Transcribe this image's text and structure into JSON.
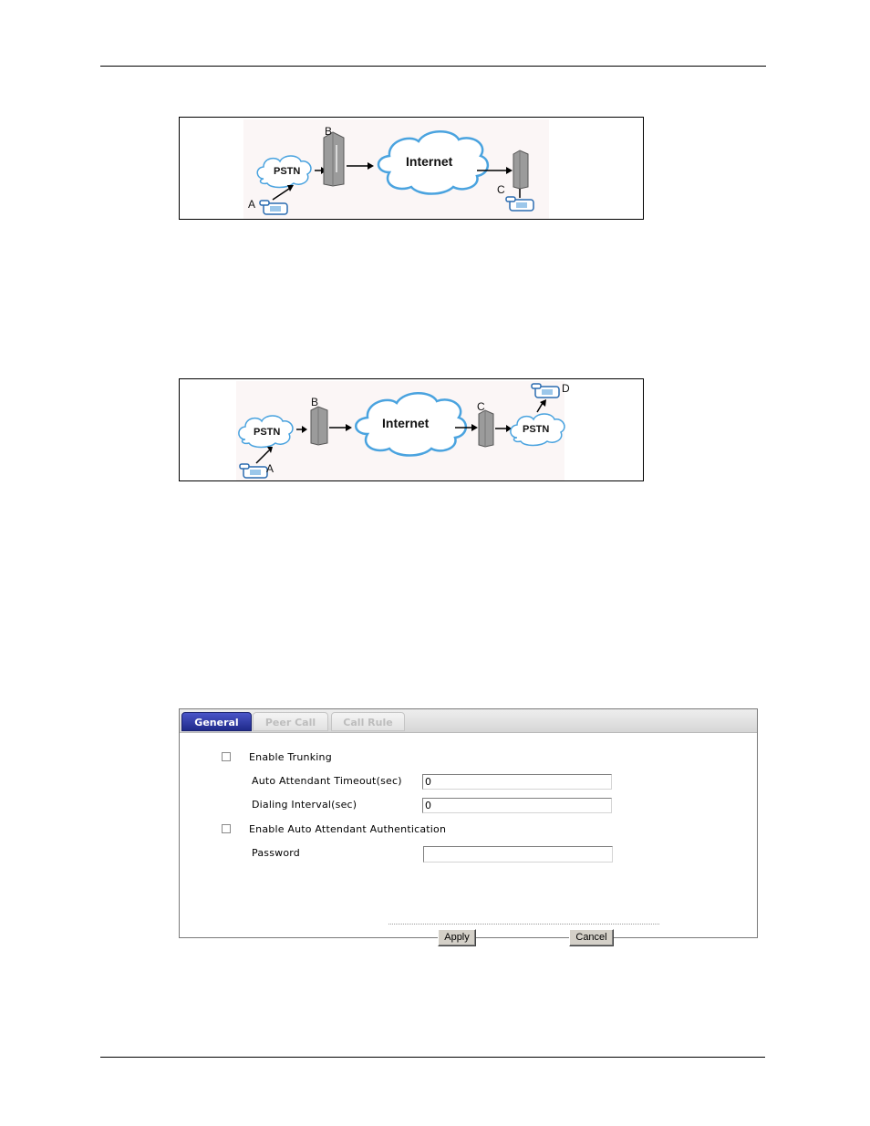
{
  "diagram1": {
    "label_a": "A",
    "label_b": "B",
    "label_c": "C",
    "pstn": "PSTN",
    "internet": "Internet"
  },
  "diagram2": {
    "label_a": "A",
    "label_b": "B",
    "label_c": "C",
    "label_d": "D",
    "pstn_left": "PSTN",
    "pstn_right": "PSTN",
    "internet": "Internet"
  },
  "screen": {
    "tabs": [
      {
        "label": "General",
        "active": true
      },
      {
        "label": "Peer Call",
        "active": false
      },
      {
        "label": "Call Rule",
        "active": false
      }
    ],
    "enable_trunking": {
      "label": "Enable Trunking",
      "checked": false
    },
    "auto_attendant_timeout": {
      "label": "Auto Attendant Timeout(sec)",
      "value": "0"
    },
    "dialing_interval": {
      "label": "Dialing Interval(sec)",
      "value": "0"
    },
    "enable_auth": {
      "label": "Enable Auto Attendant Authentication",
      "checked": false
    },
    "password": {
      "label": "Password",
      "value": ""
    },
    "apply_label": "Apply",
    "cancel_label": "Cancel"
  },
  "colors": {
    "tab_active": "#2a36a8",
    "cloud_fill": "#ffffff",
    "cloud_stroke": "#4aa3df",
    "device_gray": "#9a9a9a"
  }
}
